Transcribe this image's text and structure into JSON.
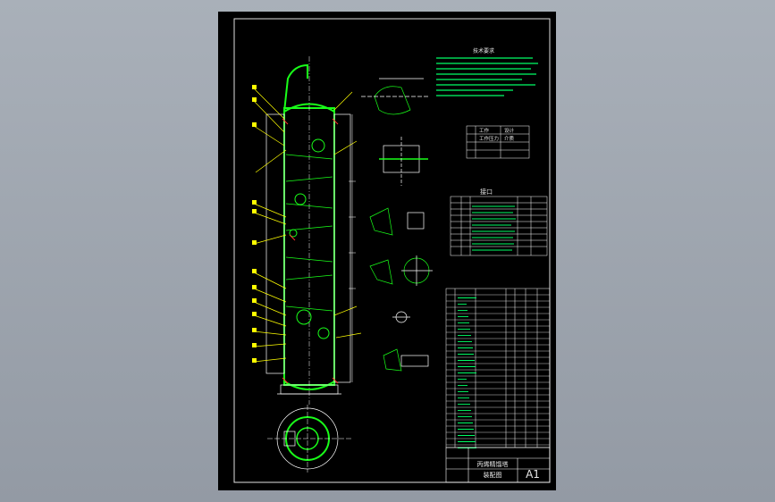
{
  "tech_req": {
    "title": "技术要求"
  },
  "design_table": {
    "rows": [
      [
        "",
        "工作",
        "设计"
      ],
      [
        "",
        "工作压力",
        "介质"
      ],
      [
        "",
        "",
        ""
      ],
      [
        "",
        "",
        ""
      ]
    ]
  },
  "nozzle_table": {
    "title": "接口"
  },
  "title_block": {
    "drawing_name": "A1",
    "sub1": "丙烯精馏塔",
    "sub2": "装配图"
  },
  "colors": {
    "sheet": "#000000",
    "frame": "#e0e0e0",
    "vessel": "#19ff19",
    "leader": "#ffff00",
    "dims": "#ffffff",
    "text_green": "#00ff66",
    "hatch": "#ff3030"
  }
}
